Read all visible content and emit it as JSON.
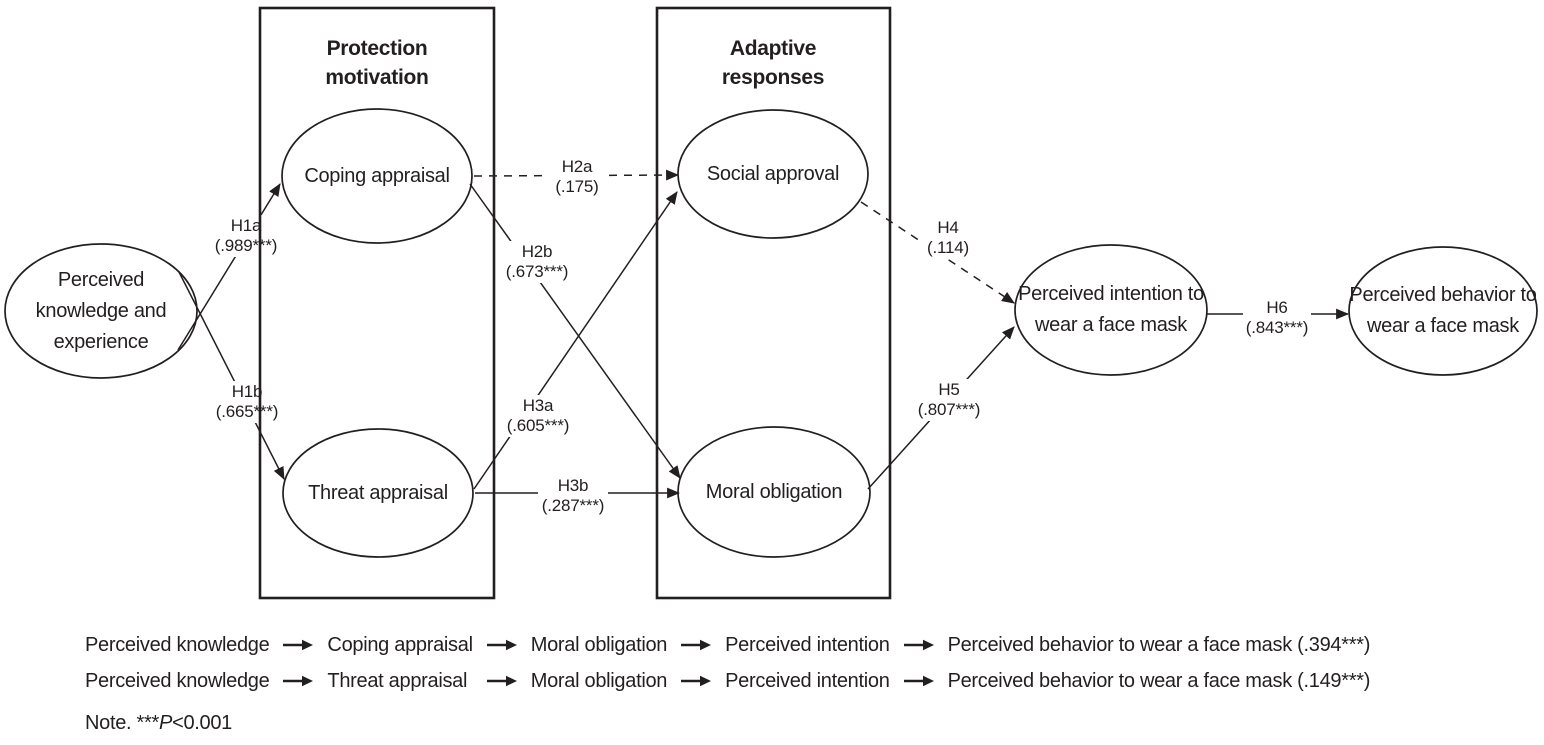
{
  "figure": {
    "nodes": {
      "perceived_knowledge": "Perceived knowledge and experience",
      "coping_appraisal": "Coping appraisal",
      "threat_appraisal": "Threat appraisal",
      "social_approval": "Social approval",
      "moral_obligation": "Moral obligation",
      "perceived_intention": "Perceived intention to wear a face mask",
      "perceived_behavior": "Perceived behavior to wear a face mask"
    },
    "groups": {
      "protection_motivation": "Protection motivation",
      "adaptive_responses": "Adaptive responses"
    },
    "paths": {
      "h1a": {
        "id": "H1a",
        "coef": "(.989***)"
      },
      "h1b": {
        "id": "H1b",
        "coef": "(.665***)"
      },
      "h2a": {
        "id": "H2a",
        "coef": "(.175)"
      },
      "h2b": {
        "id": "H2b",
        "coef": "(.673***)"
      },
      "h3a": {
        "id": "H3a",
        "coef": "(.605***)"
      },
      "h3b": {
        "id": "H3b",
        "coef": "(.287***)"
      },
      "h4": {
        "id": "H4",
        "coef": "(.114)"
      },
      "h5": {
        "id": "H5",
        "coef": "(.807***)"
      },
      "h6": {
        "id": "H6",
        "coef": "(.843***)"
      }
    },
    "indirect_paths": [
      {
        "steps": [
          "Perceived knowledge",
          "Coping appraisal",
          "Moral obligation",
          "Perceived intention",
          "Perceived behavior to wear a face mask (.394***)"
        ]
      },
      {
        "steps": [
          "Perceived knowledge",
          "Threat appraisal",
          "Moral obligation",
          "Perceived intention",
          "Perceived behavior to wear a face mask (.149***)"
        ]
      }
    ],
    "note": {
      "prefix": "Note. ***",
      "p": "P",
      "suffix": "<0.001"
    }
  }
}
